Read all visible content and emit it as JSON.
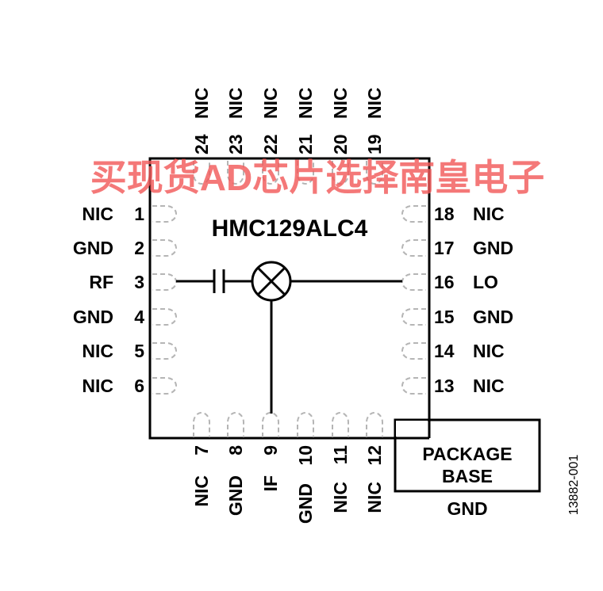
{
  "part_number": "HMC129ALC4",
  "watermark": "买现货AD芯片选择南皇电子",
  "figure_id": "13882-001",
  "package_base": {
    "line1": "PACKAGE",
    "line2": "BASE",
    "pin": "GND"
  },
  "pins_left": [
    {
      "num": "1",
      "name": "NIC"
    },
    {
      "num": "2",
      "name": "GND"
    },
    {
      "num": "3",
      "name": "RF"
    },
    {
      "num": "4",
      "name": "GND"
    },
    {
      "num": "5",
      "name": "NIC"
    },
    {
      "num": "6",
      "name": "NIC"
    }
  ],
  "pins_bottom": [
    {
      "num": "7",
      "name": "NIC"
    },
    {
      "num": "8",
      "name": "GND"
    },
    {
      "num": "9",
      "name": "IF"
    },
    {
      "num": "10",
      "name": "GND"
    },
    {
      "num": "11",
      "name": "NIC"
    },
    {
      "num": "12",
      "name": "NIC"
    }
  ],
  "pins_right": [
    {
      "num": "18",
      "name": "NIC"
    },
    {
      "num": "17",
      "name": "GND"
    },
    {
      "num": "16",
      "name": "LO"
    },
    {
      "num": "15",
      "name": "GND"
    },
    {
      "num": "14",
      "name": "NIC"
    },
    {
      "num": "13",
      "name": "NIC"
    }
  ],
  "pins_top": [
    {
      "num": "24",
      "name": "NIC"
    },
    {
      "num": "23",
      "name": "NIC"
    },
    {
      "num": "22",
      "name": "NIC"
    },
    {
      "num": "21",
      "name": "NIC"
    },
    {
      "num": "20",
      "name": "NIC"
    },
    {
      "num": "19",
      "name": "NIC"
    }
  ]
}
